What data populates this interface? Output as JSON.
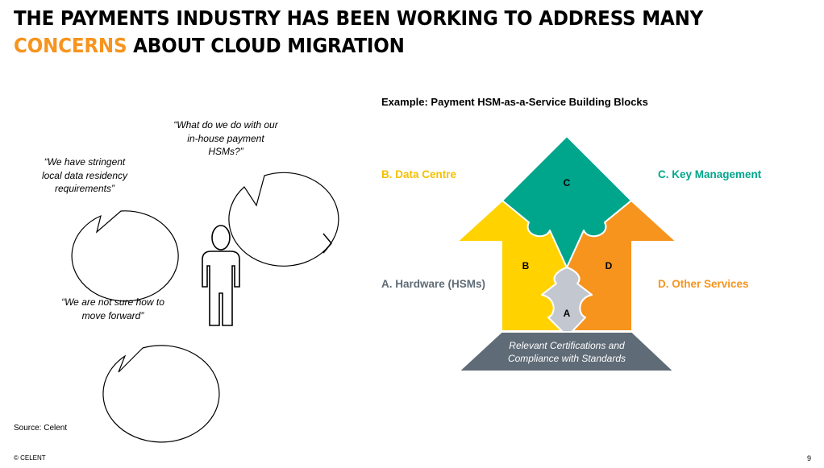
{
  "slide": {
    "title_part1": "THE PAYMENTS INDUSTRY HAS BEEN WORKING TO ADDRESS MANY ",
    "title_accent": "CONCERNS",
    "title_part2": " ABOUT CLOUD MIGRATION",
    "source": "Source: Celent",
    "copyright": "© CELENT",
    "page_number": "9"
  },
  "bubbles": [
    {
      "text": "“We have stringent local data residency requirements”"
    },
    {
      "text": "“What do we do with our in-house payment HSMs?”"
    },
    {
      "text": "“We are not sure how to move forward”"
    }
  ],
  "diagram": {
    "subtitle": "Example: Payment HSM-as-a-Service Building Blocks",
    "labels": {
      "b": "B. Data Centre",
      "c": "C. Key Management",
      "a": "A. Hardware (HSMs)",
      "d": "D. Other Services"
    },
    "pieces": {
      "c": "C",
      "b": "B",
      "d": "D",
      "a": "A"
    },
    "base_line1": "Relevant Certifications and",
    "base_line2": "Compliance with Standards"
  },
  "colors": {
    "accent": "#F7941D",
    "yellow": "#FFD200",
    "teal": "#00A68C",
    "orange": "#F7941D",
    "grey_piece": "#C3C7CF",
    "base": "#5F6B76"
  },
  "icons": {
    "person": "person-icon",
    "arrow": "chevron-right-icon"
  }
}
